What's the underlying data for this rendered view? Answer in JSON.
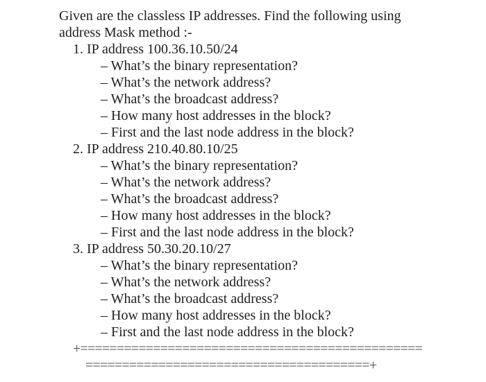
{
  "page": {
    "background": "#ffffff",
    "text_color": "#1e1e1e",
    "separator_color": "#4d4d4d"
  },
  "intro": {
    "line1": "Given are the classless IP addresses. Find the following using",
    "line2": "address Mask method :-"
  },
  "problems": [
    {
      "number": "1.",
      "header": "IP address 100.36.10.50/24",
      "questions": [
        "– What’s the binary representation?",
        "– What’s the network address?",
        "– What’s the broadcast address?",
        "– How many host addresses in the block?",
        "– First and the last node address in the block?"
      ]
    },
    {
      "number": "2.",
      "header": "IP address 210.40.80.10/25",
      "questions": [
        "– What’s the binary representation?",
        "– What’s the network address?",
        "– What’s the broadcast address?",
        "– How many host addresses in the block?",
        "– First and the last node address in the block?"
      ]
    },
    {
      "number": "3.",
      "header": "IP address 50.30.20.10/27",
      "questions": [
        "– What’s the binary representation?",
        "– What’s the network address?",
        "– What’s the broadcast address?",
        "– How many host addresses in the block?",
        "– First and the last node address in the block?"
      ]
    }
  ],
  "separator": {
    "line1": "+===============================================",
    "line2": "=======================================+"
  }
}
